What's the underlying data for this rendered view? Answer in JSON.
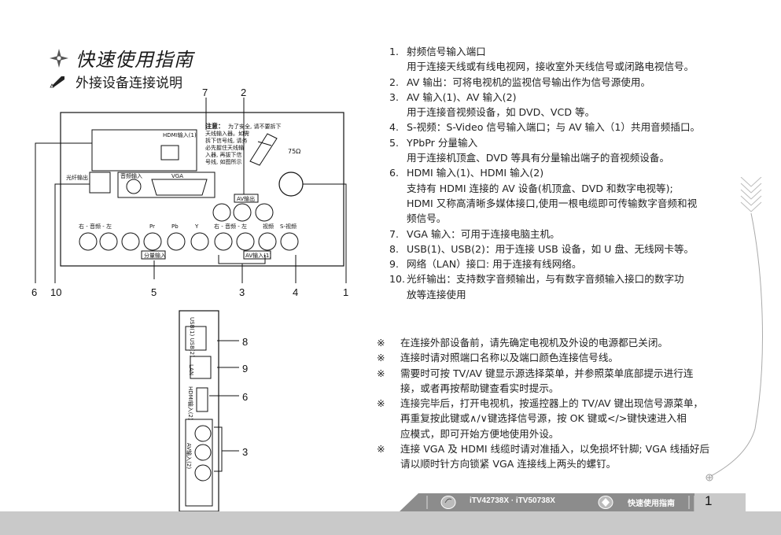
{
  "header": {
    "title": "快速使用指南",
    "subtitle": "外接设备连接说明"
  },
  "panel": {
    "hdmi_label": "HDMI输入(1)",
    "caution_title": "注意：",
    "caution_lines": [
      "为了安全, 请不要拆下",
      "天线输入器。如需",
      "拆下信号线, 请务",
      "必先握住天线输",
      "入器, 再拔下信",
      "号线, 如图所示"
    ],
    "optical_label": "光纤输出",
    "audio_in_label": "音频输入",
    "vga_label": "VGA",
    "av_out_label": "AV输出",
    "comp_labels": [
      "右 - 音频 - 左",
      "Pr",
      "Pb",
      "Y"
    ],
    "av_labels": [
      "右 - 音频 - 左",
      "视频",
      "S-视频"
    ],
    "comp_group_label": "分量输入",
    "av_group_label": "AV输入(1)",
    "rf_label": "75Ω",
    "callouts_top": [
      "7",
      "2"
    ],
    "callouts_bottom": [
      "6",
      "10",
      "5",
      "3",
      "4",
      "1"
    ]
  },
  "side_panel": {
    "usb_label": "USB(1)  USB(2)",
    "lan_label": "LAN",
    "hdmi2_label": "HDMI输入(2)",
    "av2_label": "AV输入(2)",
    "callouts": [
      "8",
      "9",
      "6",
      "3"
    ]
  },
  "items": [
    {
      "num": "1.",
      "lines": [
        "射频信号输入端口",
        "用于连接天线或有线电视网，接收室外天线信号或闭路电视信号。"
      ]
    },
    {
      "num": "2.",
      "lines": [
        "AV 输出：可将电视机的监视信号输出作为信号源使用。"
      ]
    },
    {
      "num": "3.",
      "lines": [
        "AV 输入(1)、AV 输入(2)",
        "用于连接音视频设备，如 DVD、VCD 等。"
      ]
    },
    {
      "num": "4.",
      "lines": [
        "S-视频：S-Video 信号输入端口；与 AV 输入（1）共用音频插口。"
      ]
    },
    {
      "num": "5.",
      "lines": [
        "YPbPr 分量输入",
        "用于连接机顶盒、DVD 等具有分量输出端子的音视频设备。"
      ]
    },
    {
      "num": "6.",
      "lines": [
        "HDMI 输入(1)、HDMI 输入(2)",
        "支持有 HDMI 连接的 AV 设备(机顶盒、DVD 和数字电视等);",
        "HDMI 又称高清晰多媒体接口,使用一根电缆即可传输数字音频和视",
        "频信号。"
      ]
    },
    {
      "num": "7.",
      "lines": [
        "VGA 输入：可用于连接电脑主机。"
      ]
    },
    {
      "num": "8.",
      "lines": [
        "USB(1)、USB(2)：用于连接 USB 设备，如 U 盘、无线网卡等。"
      ]
    },
    {
      "num": "9.",
      "lines": [
        "网络（LAN）接口: 用于连接有线网络。"
      ]
    },
    {
      "num": "10.",
      "lines": [
        "光纤输出：支持数字音频输出，与有数字音频输入接口的数字功",
        "放等连接使用"
      ]
    }
  ],
  "notes": [
    {
      "mark": "※",
      "lines": [
        "在连接外部设备前，请先确定电视机及外设的电源都已关闭。"
      ]
    },
    {
      "mark": "※",
      "lines": [
        "连接时请对照端口名称以及端口颜色连接信号线。"
      ]
    },
    {
      "mark": "※",
      "lines": [
        "需要时可按 TV/AV 键显示源选择菜单，并参照菜单底部提示进行连",
        "接，或者再按帮助键查看实时提示。"
      ]
    },
    {
      "mark": "※",
      "lines": [
        "连接完毕后，打开电视机，按遥控器上的 TV/AV 键出现信号源菜单，",
        "再重复按此键或∧/∨键选择信号源，按 OK 键或</>键快速进入相",
        "应模式，即可开始方便地使用外设。"
      ]
    },
    {
      "mark": "※",
      "lines": [
        "连接 VGA 及 HDMI 线缆时请对准插入，以免损坏针脚; VGA 线插好后",
        "请以顺时针方向锁紧 VGA 连接线上两头的螺钉。"
      ]
    }
  ],
  "footer": {
    "model": "iTV42738X · iTV50738X",
    "guide": "快速使用指南",
    "page": "1"
  },
  "colors": {
    "footer_gray": "#c9c9c9",
    "tab_dark": "#8c8c8c",
    "accent_green": "#b9d9a9"
  }
}
